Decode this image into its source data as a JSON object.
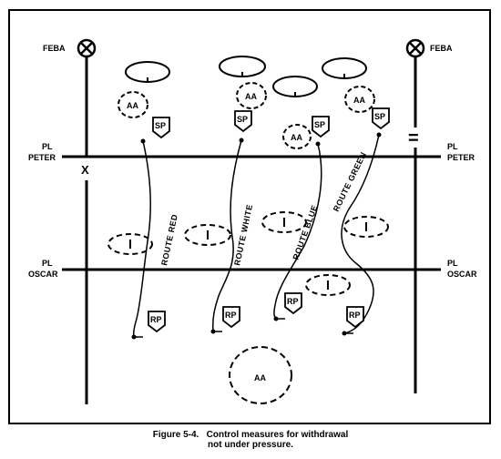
{
  "labels": {
    "feba_left": "FEBA",
    "feba_right": "FEBA",
    "pl_peter_left_1": "PL",
    "pl_peter_left_2": "PETER",
    "pl_peter_right_1": "PL",
    "pl_peter_right_2": "PETER",
    "pl_oscar_left_1": "PL",
    "pl_oscar_left_2": "OSCAR",
    "pl_oscar_right_1": "PL",
    "pl_oscar_right_2": "OSCAR",
    "x_mark": "X",
    "eq_mark": "="
  },
  "areas": {
    "aa": "AA",
    "sp": "SP",
    "rp": "RP"
  },
  "routes": {
    "red": "ROUTE RED",
    "white": "ROUTE WHITE",
    "blue": "ROUTE BLUE",
    "green": "ROUTE GREEN"
  },
  "caption": {
    "line1": "Figure 5-4.   Control measures for withdrawal",
    "line2": "not under pressure."
  }
}
